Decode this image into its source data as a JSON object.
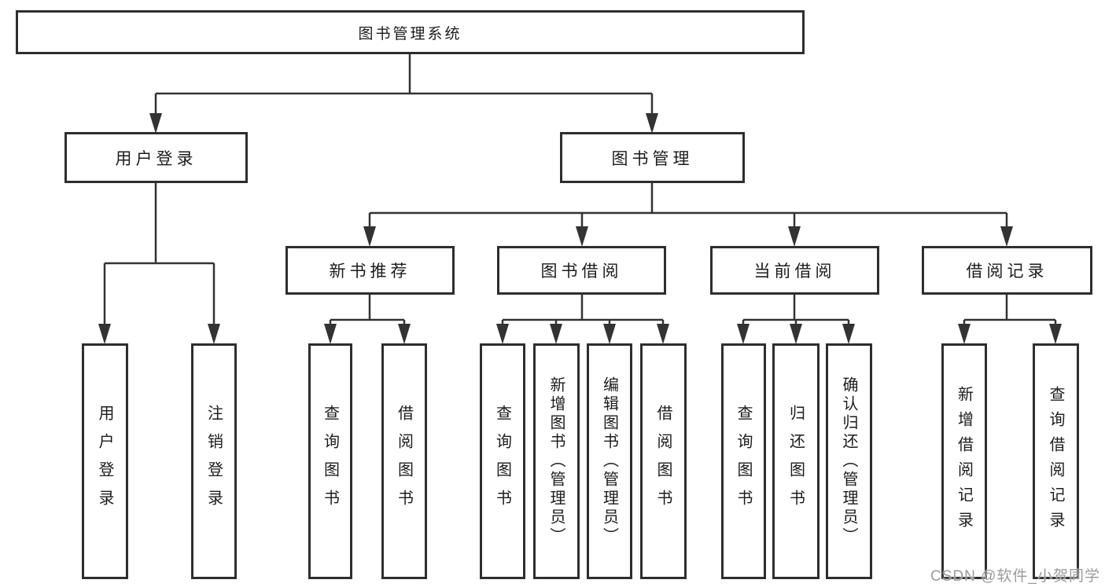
{
  "tree": {
    "label": "图书管理系统",
    "children": [
      {
        "label": "用户登录",
        "children": [
          {
            "label": "用户登录"
          },
          {
            "label": "注销登录"
          }
        ]
      },
      {
        "label": "图书管理",
        "children": [
          {
            "label": "新书推荐",
            "children": [
              {
                "label": "查询图书"
              },
              {
                "label": "借阅图书"
              }
            ]
          },
          {
            "label": "图书借阅",
            "children": [
              {
                "label": "查询图书"
              },
              {
                "label": "新增图书（管理员）"
              },
              {
                "label": "编辑图书（管理员）"
              },
              {
                "label": "借阅图书"
              }
            ]
          },
          {
            "label": "当前借阅",
            "children": [
              {
                "label": "查询图书"
              },
              {
                "label": "归还图书"
              },
              {
                "label": "确认归还（管理员）"
              }
            ]
          },
          {
            "label": "借阅记录",
            "children": [
              {
                "label": "新增借阅记录"
              },
              {
                "label": "查询借阅记录"
              }
            ]
          }
        ]
      }
    ]
  },
  "watermark": {
    "text": "CSDN @软件_小贺同学"
  },
  "colors": {
    "line": "#333333",
    "box_border": "#2e2e2e",
    "text": "#1c1c1c",
    "watermark": "#9b9b9b",
    "background": "#ffffff"
  }
}
